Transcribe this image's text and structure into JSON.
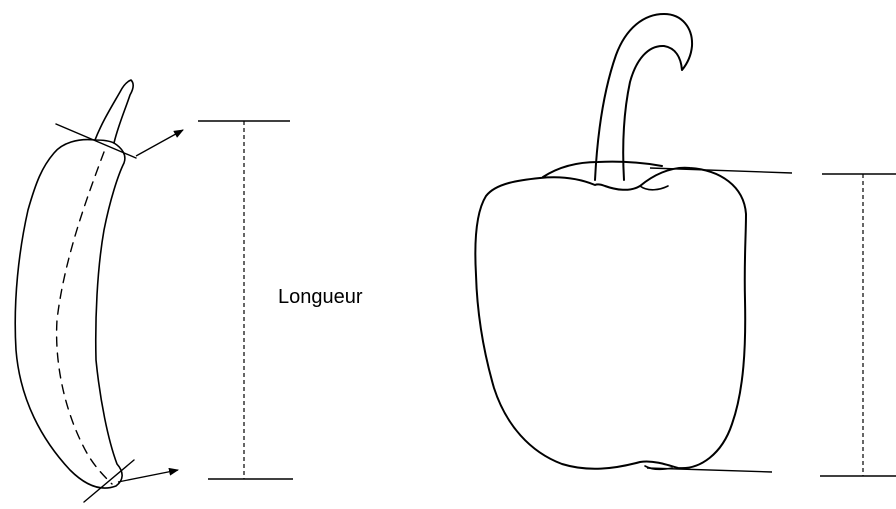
{
  "labels": {
    "length": "Longueur"
  },
  "figures": [
    {
      "name": "elongated-pepper",
      "measurement": "length"
    },
    {
      "name": "bell-pepper",
      "measurement": "height"
    }
  ]
}
